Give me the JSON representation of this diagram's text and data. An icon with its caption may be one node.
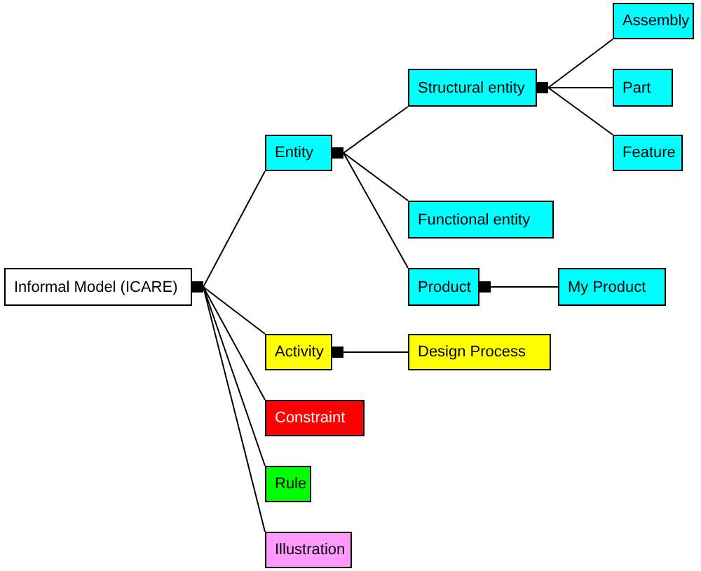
{
  "diagram": {
    "nodes": [
      {
        "text": [
          "Informal Model (ICARE)"
        ]
      },
      {
        "text": [
          "Entity"
        ]
      },
      {
        "text": [
          "Structural entity"
        ]
      },
      {
        "text": [
          "Assembly"
        ]
      },
      {
        "text": [
          "Part"
        ]
      },
      {
        "text": [
          "Feature"
        ]
      },
      {
        "text": [
          "Functional entity"
        ]
      },
      {
        "text": [
          "Product"
        ]
      },
      {
        "text": [
          "My Product"
        ]
      },
      {
        "text": [
          "Activity"
        ]
      },
      {
        "text": [
          "Design Process"
        ]
      },
      {
        "text": [
          "Constraint"
        ]
      },
      {
        "text": [
          "Rule"
        ]
      },
      {
        "text": [
          "Illustration"
        ]
      }
    ],
    "edges": [
      {
        "from": 0,
        "to": 1,
        "arrow": "other"
      },
      {
        "from": 0,
        "to": 9,
        "arrow": "other"
      },
      {
        "from": 0,
        "to": 11,
        "arrow": "other"
      },
      {
        "from": 0,
        "to": 12,
        "arrow": "other"
      },
      {
        "from": 0,
        "to": 13,
        "arrow": "other"
      },
      {
        "from": 1,
        "to": 2,
        "arrow": "other"
      },
      {
        "from": 1,
        "to": 6,
        "arrow": "other"
      },
      {
        "from": 1,
        "to": 7,
        "arrow": "other"
      },
      {
        "from": 2,
        "to": 3,
        "arrow": "other"
      },
      {
        "from": 2,
        "to": 4,
        "arrow": "other"
      },
      {
        "from": 2,
        "to": 5,
        "arrow": "other"
      },
      {
        "from": 7,
        "to": 8,
        "arrow": "other"
      },
      {
        "from": 9,
        "to": 10,
        "arrow": "other"
      }
    ]
  }
}
